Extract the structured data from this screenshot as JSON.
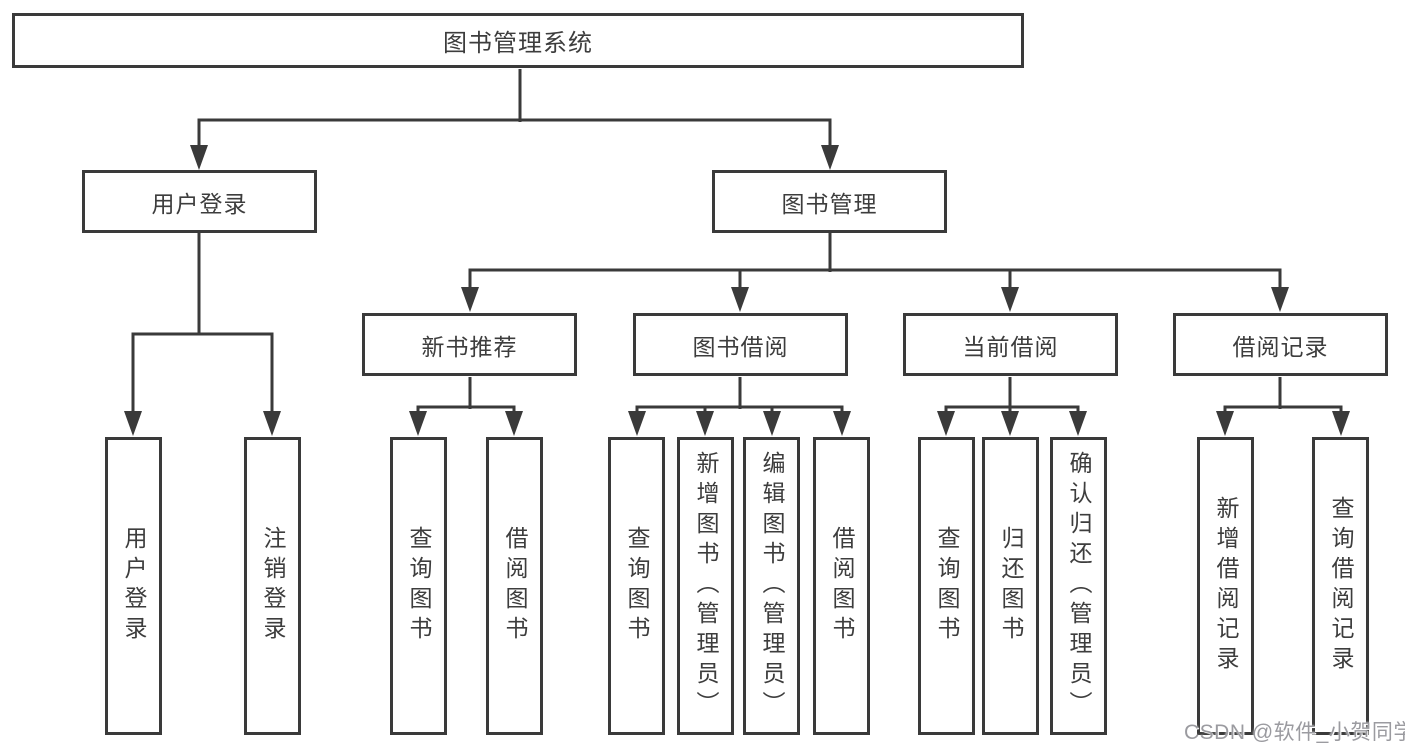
{
  "diagram": {
    "root": {
      "label": "图书管理系统"
    },
    "level2": [
      {
        "label": "用户登录"
      },
      {
        "label": "图书管理"
      }
    ],
    "level3": [
      {
        "label": "新书推荐",
        "parent": "图书管理"
      },
      {
        "label": "图书借阅",
        "parent": "图书管理"
      },
      {
        "label": "当前借阅",
        "parent": "图书管理"
      },
      {
        "label": "借阅记录",
        "parent": "图书管理"
      }
    ],
    "leaves": [
      {
        "label": "用户登录",
        "parent": "用户登录"
      },
      {
        "label": "注销登录",
        "parent": "用户登录"
      },
      {
        "label": "查询图书",
        "parent": "新书推荐"
      },
      {
        "label": "借阅图书",
        "parent": "新书推荐"
      },
      {
        "label": "查询图书",
        "parent": "图书借阅"
      },
      {
        "label": "新增图书（管理员）",
        "parent": "图书借阅"
      },
      {
        "label": "编辑图书（管理员）",
        "parent": "图书借阅"
      },
      {
        "label": "借阅图书",
        "parent": "图书借阅"
      },
      {
        "label": "查询图书",
        "parent": "当前借阅"
      },
      {
        "label": "归还图书",
        "parent": "当前借阅"
      },
      {
        "label": "确认归还（管理员）",
        "parent": "当前借阅"
      },
      {
        "label": "新增借阅记录",
        "parent": "借阅记录"
      },
      {
        "label": "查询借阅记录",
        "parent": "借阅记录"
      }
    ]
  },
  "watermark": {
    "text": "CSDN @软件_小贺同学"
  },
  "colors": {
    "line": "#3a3a3a",
    "text": "#3d3d3d",
    "bg": "#ffffff",
    "watermark": "#9b9ba0"
  }
}
